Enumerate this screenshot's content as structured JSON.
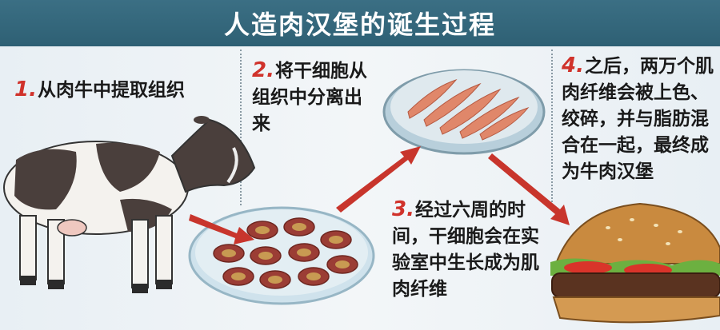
{
  "title": "人造肉汉堡的诞生过程",
  "steps": [
    {
      "num": "1.",
      "text": "从肉牛中提取组织"
    },
    {
      "num": "2.",
      "text": "将干细胞从组织中分离出来"
    },
    {
      "num": "3.",
      "text": "经过六周的时间，干细胞会在实验室中生长成为肌肉纤维"
    },
    {
      "num": "4.",
      "text": "之后，两万个肌肉纤维会被上色、绞碎，并与脂肪混合在一起，最终成为牛肉汉堡"
    }
  ],
  "colors": {
    "title_bar": "#2e6074",
    "step_number": "#d0322b",
    "arrow": "#c8352c"
  },
  "icons": [
    "cow-illustration",
    "petri-dish-cells",
    "petri-dish-fibers",
    "burger-illustration"
  ]
}
